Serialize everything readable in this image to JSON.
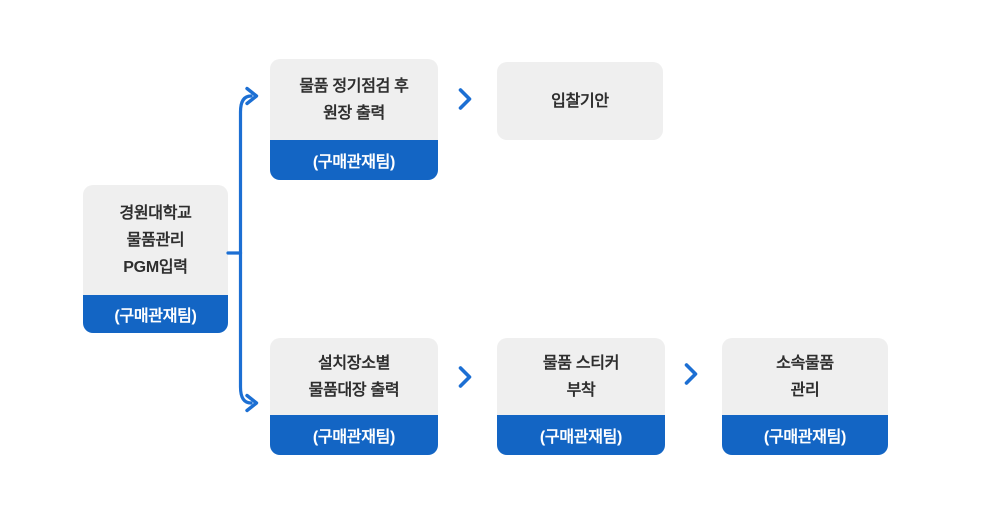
{
  "colors": {
    "accent_blue": "#1365c4",
    "chevron_blue": "#1c6fd3",
    "box_bg": "#efefef",
    "text_dark": "#2e2e2e",
    "footer_text": "#ffffff",
    "background": "#ffffff"
  },
  "icons": {
    "chevron_right": "❯",
    "branch_arrow": "curved-right-arrow"
  },
  "flow": {
    "root": {
      "lines": [
        "경원대학교",
        "물품관리",
        "PGM입력"
      ],
      "team": "(구매관재팀)"
    },
    "top": [
      {
        "lines": [
          "물품 정기점검 후",
          "원장 출력"
        ],
        "team": "(구매관재팀)"
      },
      {
        "lines": [
          "입찰기안"
        ]
      }
    ],
    "bottom": [
      {
        "lines": [
          "설치장소별",
          "물품대장 출력"
        ],
        "team": "(구매관재팀)"
      },
      {
        "lines": [
          "물품 스티커",
          "부착"
        ],
        "team": "(구매관재팀)"
      },
      {
        "lines": [
          "소속물품",
          "관리"
        ],
        "team": "(구매관재팀)"
      }
    ]
  }
}
